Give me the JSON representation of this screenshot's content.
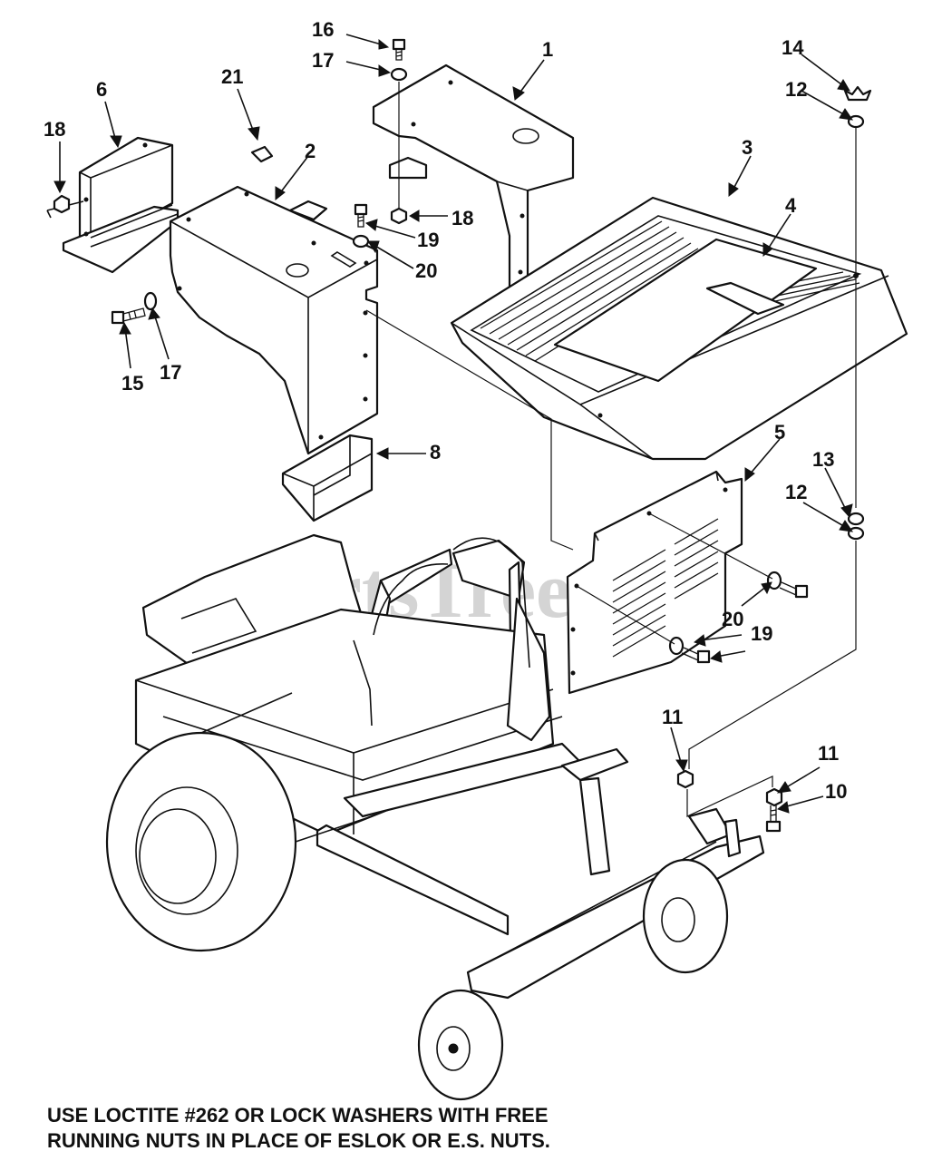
{
  "watermark": "PartsTree",
  "callouts": [
    "1",
    "2",
    "3",
    "4",
    "5",
    "6",
    "8",
    "10",
    "11",
    "11",
    "12",
    "12",
    "13",
    "14",
    "15",
    "16",
    "17",
    "17",
    "18",
    "18",
    "19",
    "19",
    "20",
    "20",
    "21"
  ],
  "parts": {
    "1": "shroud-1",
    "2": "shroud-2",
    "3": "hood-3",
    "4": "hood-panel-4",
    "5": "panel-5",
    "6": "bracket-6",
    "8": "bracket-8",
    "10": "bolt-10",
    "11": "nut-11",
    "12": "washer-12",
    "13": "washer-13",
    "14": "wing-nut-14",
    "15": "bolt-15",
    "16": "bolt-16",
    "17": "washer-17",
    "18": "nut-18",
    "19": "bolt-19",
    "20": "washer-20",
    "21": "clip-21"
  },
  "note": {
    "line1": "USE LOCTITE #262 OR LOCK WASHERS WITH FREE",
    "line2": "RUNNING NUTS IN PLACE OF ESLOK OR E.S. NUTS."
  }
}
